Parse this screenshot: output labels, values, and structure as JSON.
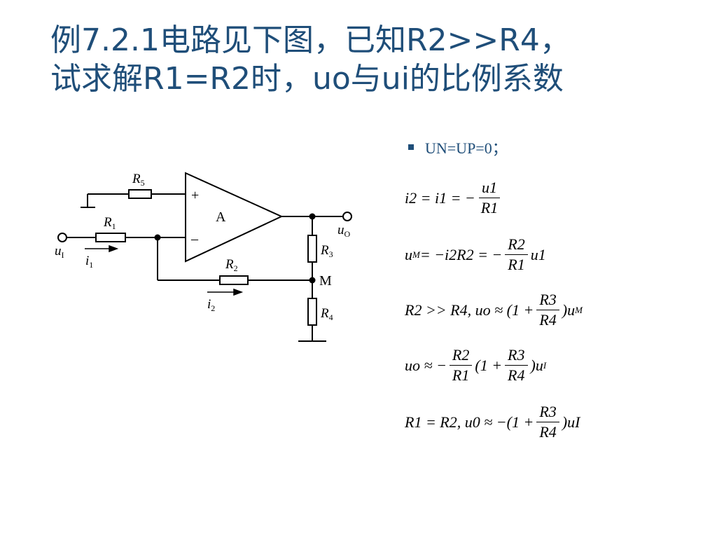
{
  "title": {
    "line1": "例7.2.1电路见下图，已知R2>>R4，",
    "line2": "试求解R1=R2时，uo与ui的比例系数"
  },
  "bullet": {
    "text": "UN=UP=0；"
  },
  "circuit": {
    "r5": "R",
    "r5_sub": "5",
    "r1": "R",
    "r1_sub": "1",
    "r2": "R",
    "r2_sub": "2",
    "r3": "R",
    "r3_sub": "3",
    "r4": "R",
    "r4_sub": "4",
    "plus": "+",
    "minus": "–",
    "amp": "A",
    "uo": "u",
    "uo_sub": "O",
    "ui": "u",
    "ui_sub": "I",
    "i1": "i",
    "i1_sub": "1",
    "i2": "i",
    "i2_sub": "2",
    "node_m": "M"
  },
  "equations": {
    "eq1": {
      "lhs": "i2 = i1 = −",
      "num": "u1",
      "den": "R1"
    },
    "eq2": {
      "lhs_var": "u",
      "lhs_sub": "M",
      "mid": " = −i2R2 = −",
      "num": "R2",
      "den": "R1",
      "tail": "u1"
    },
    "eq3": {
      "lhs": "R2 >> R4, uo ≈ (1 +",
      "num": "R3",
      "den": "R4",
      "tail_var": ")u",
      "tail_sub": "M"
    },
    "eq4": {
      "lhs": "uo ≈ −",
      "num1": "R2",
      "den1": "R1",
      "mid": "(1 +",
      "num2": "R3",
      "den2": "R4",
      "tail_var": ")u",
      "tail_sub": "I"
    },
    "eq5": {
      "lhs": "R1 = R2, u0 ≈ −(1 +",
      "num": "R3",
      "den": "R4",
      "tail": ")uI"
    }
  }
}
